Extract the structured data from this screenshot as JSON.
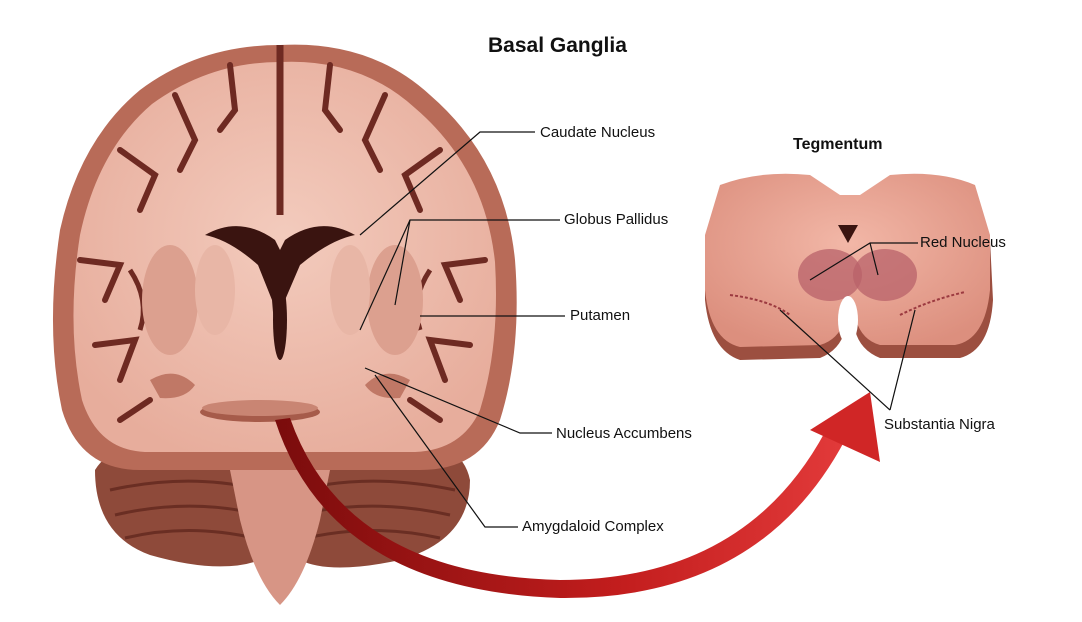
{
  "title": "Basal Ganglia",
  "inset_title": "Tegmentum",
  "labels": {
    "caudate": "Caudate Nucleus",
    "globus": "Globus Pallidus",
    "putamen": "Putamen",
    "accumbens": "Nucleus Accumbens",
    "amygdala": "Amygdaloid Complex",
    "red_nucleus": "Red Nucleus",
    "substantia": "Substantia Nigra"
  },
  "colors": {
    "cortex": "#b86b58",
    "white_matter": "#efc1b2",
    "sulcus": "#6e2a22",
    "ventricle": "#3a1410",
    "tegmentum": "#e8a898",
    "arrow": "#b01818"
  }
}
